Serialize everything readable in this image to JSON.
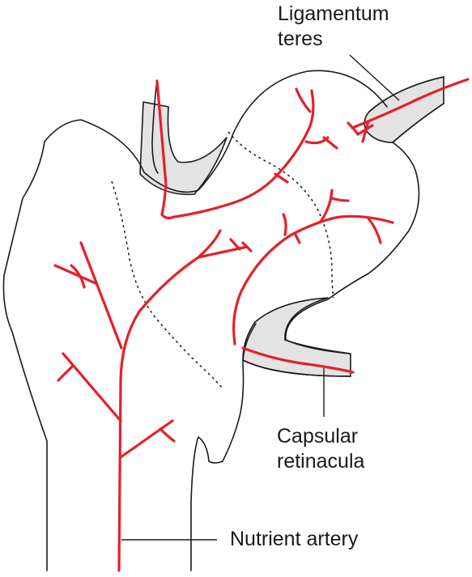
{
  "labels": {
    "ligamentum_teres": [
      "Ligamentum",
      "teres"
    ],
    "capsular_retinacula": [
      "Capsular",
      "retinacula"
    ],
    "nutrient_artery": "Nutrient artery"
  },
  "colors": {
    "vessel": "#e4202a",
    "capsule_fill": "#e3e3e3",
    "outline": "#1a1a1a",
    "background": "#ffffff"
  }
}
